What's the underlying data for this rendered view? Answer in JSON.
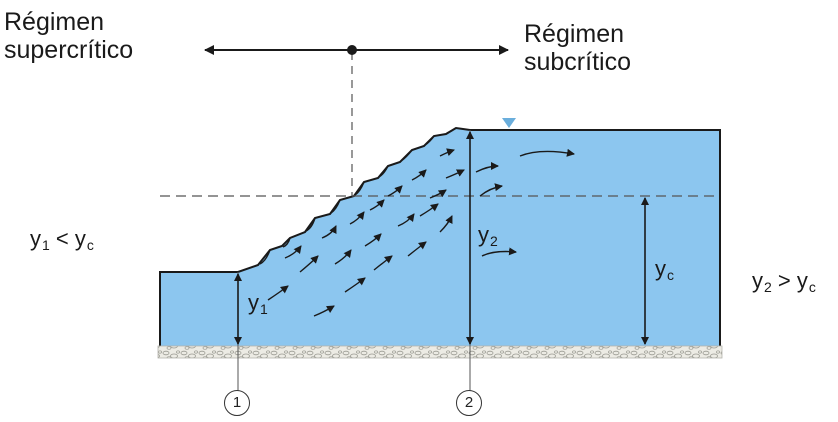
{
  "labels": {
    "supercritical_line1": "Régimen",
    "supercritical_line2": "supercrítico",
    "subcritical_line1": "Régimen",
    "subcritical_line2": "subcrítico",
    "left_condition": {
      "a": "y",
      "a_sub": "1",
      "op": " < ",
      "b": "y",
      "b_sub": "c"
    },
    "right_condition": {
      "a": "y",
      "a_sub": "2",
      "op": " > ",
      "b": "y",
      "b_sub": "c"
    },
    "depth_y1": {
      "sym": "y",
      "sub": "1"
    },
    "depth_y2": {
      "sym": "y",
      "sub": "2"
    },
    "depth_yc": {
      "sym": "y",
      "sub": "c"
    },
    "section_1": "1",
    "section_2": "2"
  },
  "colors": {
    "water": "#8cc6ef",
    "water_edge": "#1a1a1a",
    "bed": "#ecebe4",
    "free_surface_marker": "#6aaedc",
    "ink": "#1a1a1a"
  },
  "icons": {
    "free_surface": "inverted-triangle-icon",
    "flow": "curved-arrow-icon",
    "direction": "double-headed-arrow-icon"
  }
}
